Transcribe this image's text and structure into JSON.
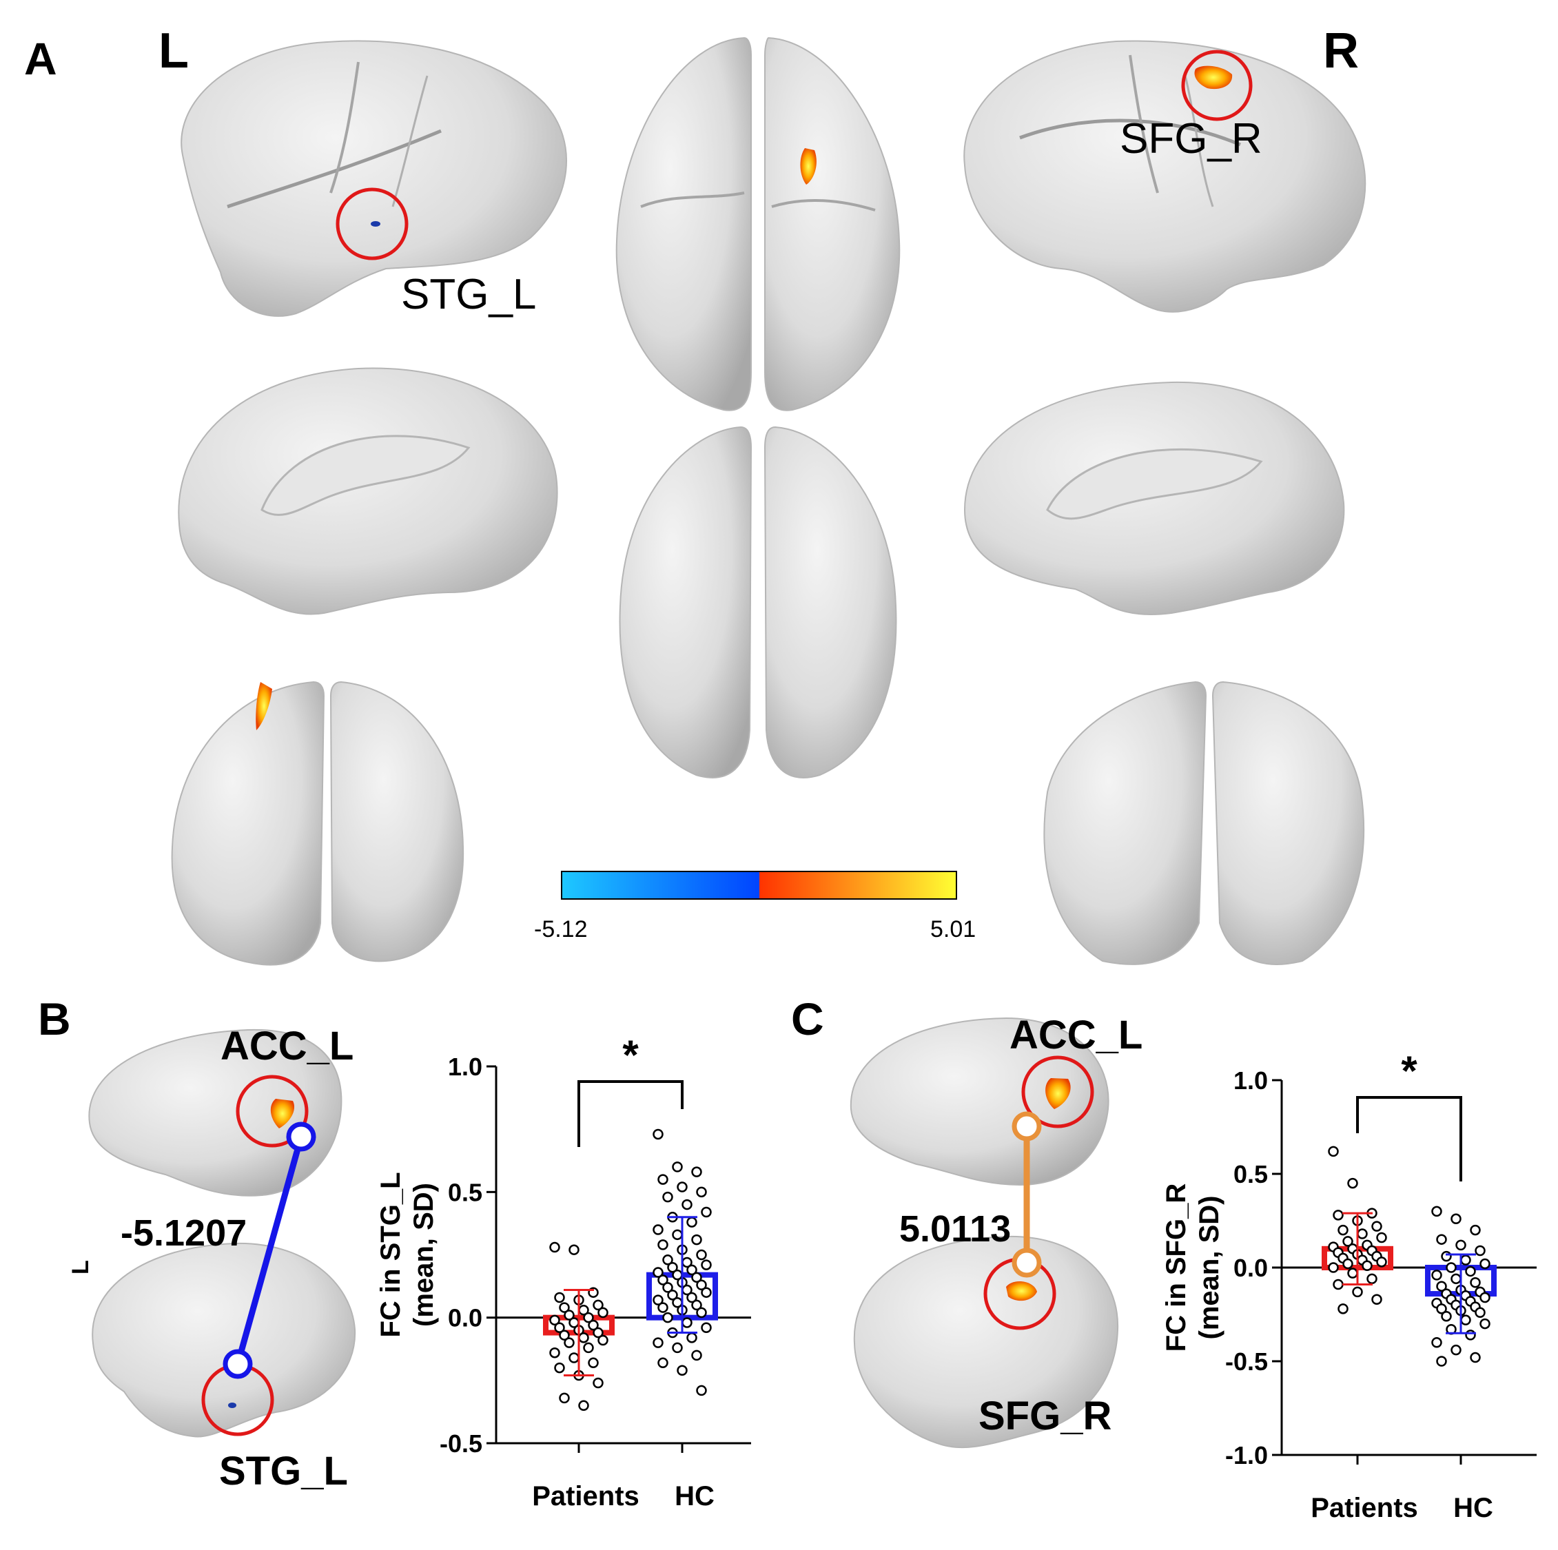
{
  "panels": {
    "a": {
      "letter": "A",
      "left_label": "L",
      "right_label": "R",
      "region_left": "STG_L",
      "region_right": "SFG_R",
      "colorbar": {
        "min_label": "-5.12",
        "max_label": "5.01",
        "neg_colors": [
          "#1ec8ff",
          "#0044ff"
        ],
        "pos_colors": [
          "#ff3300",
          "#ffff33"
        ]
      }
    },
    "b": {
      "letter": "B",
      "region_top": "ACC_L",
      "region_bottom": "STG_L",
      "connection_value": "-5.1207",
      "small_label": "L",
      "line_color": "#1515e8"
    },
    "c": {
      "letter": "C",
      "region_top": "ACC_L",
      "region_bottom": "SFG_R",
      "connection_value": "5.0113",
      "line_color": "#e8913a"
    }
  },
  "chart_data": [
    {
      "type": "bar",
      "ylabel": "FC in STG_L (mean, SD)",
      "ylabel_line1": "FC in STG_L",
      "ylabel_line2": "(mean, SD)",
      "categories": [
        "Patients",
        "HC"
      ],
      "values": [
        -0.06,
        0.17
      ],
      "sd": [
        0.17,
        0.23
      ],
      "colors": [
        "#e81e1e",
        "#1e1ee8"
      ],
      "ylim": [
        -0.5,
        1.0
      ],
      "yticks": [
        "-0.5",
        "0.0",
        "0.5",
        "1.0"
      ],
      "significance": "*",
      "points": [
        [
          0.28,
          0.27,
          0.1,
          0.08,
          0.07,
          0.05,
          0.04,
          0.03,
          0.02,
          0.01,
          0.0,
          -0.01,
          -0.02,
          -0.03,
          -0.04,
          -0.05,
          -0.06,
          -0.07,
          -0.08,
          -0.09,
          -0.1,
          -0.12,
          -0.14,
          -0.16,
          -0.18,
          -0.2,
          -0.23,
          -0.26,
          -0.32,
          -0.35
        ],
        [
          0.73,
          0.6,
          0.58,
          0.55,
          0.52,
          0.5,
          0.48,
          0.45,
          0.42,
          0.4,
          0.38,
          0.35,
          0.33,
          0.31,
          0.29,
          0.27,
          0.25,
          0.23,
          0.22,
          0.21,
          0.2,
          0.19,
          0.18,
          0.17,
          0.16,
          0.15,
          0.14,
          0.13,
          0.12,
          0.11,
          0.1,
          0.09,
          0.08,
          0.07,
          0.06,
          0.05,
          0.04,
          0.03,
          0.02,
          0.0,
          -0.02,
          -0.04,
          -0.06,
          -0.08,
          -0.1,
          -0.12,
          -0.15,
          -0.18,
          -0.21,
          -0.29
        ]
      ]
    },
    {
      "type": "bar",
      "ylabel": "FC in SFG_R (mean, SD)",
      "ylabel_line1": "FC in SFG_R",
      "ylabel_line2": "(mean, SD)",
      "categories": [
        "Patients",
        "HC"
      ],
      "values": [
        0.1,
        -0.14
      ],
      "sd": [
        0.19,
        0.21
      ],
      "colors": [
        "#e81e1e",
        "#1e1ee8"
      ],
      "ylim": [
        -1.0,
        1.0
      ],
      "yticks": [
        "-1.0",
        "-0.5",
        "0.0",
        "0.5",
        "1.0"
      ],
      "significance": "*",
      "points": [
        [
          0.62,
          0.45,
          0.29,
          0.28,
          0.25,
          0.22,
          0.2,
          0.18,
          0.16,
          0.14,
          0.12,
          0.11,
          0.1,
          0.09,
          0.08,
          0.07,
          0.06,
          0.05,
          0.04,
          0.03,
          0.02,
          0.01,
          0.0,
          -0.03,
          -0.06,
          -0.09,
          -0.13,
          -0.17,
          -0.22
        ],
        [
          0.3,
          0.26,
          0.2,
          0.15,
          0.12,
          0.09,
          0.06,
          0.04,
          0.02,
          0.0,
          -0.02,
          -0.04,
          -0.06,
          -0.08,
          -0.1,
          -0.12,
          -0.13,
          -0.14,
          -0.15,
          -0.16,
          -0.17,
          -0.18,
          -0.19,
          -0.2,
          -0.21,
          -0.22,
          -0.23,
          -0.24,
          -0.26,
          -0.28,
          -0.3,
          -0.33,
          -0.36,
          -0.4,
          -0.44,
          -0.48,
          -0.5
        ]
      ]
    }
  ]
}
